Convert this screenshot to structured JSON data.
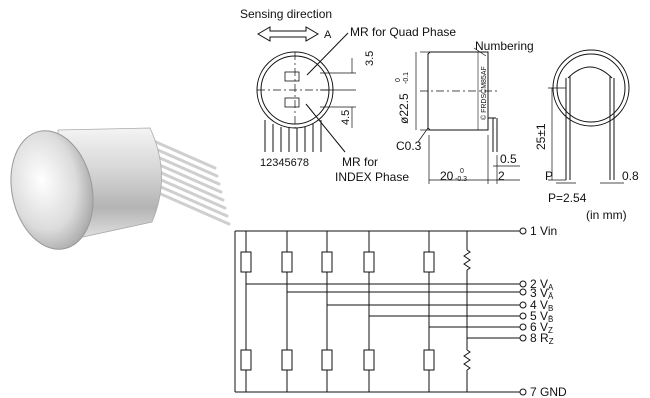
{
  "photo": {
    "description_icon": "cylindrical-sensor-photo"
  },
  "drawing": {
    "sensing_direction": "Sensing direction",
    "arrow_label": "A",
    "mr_quad": "MR for Quad Phase",
    "mr_index_line1": "MR for",
    "mr_index_line2": "INDEX Phase",
    "numbering": "Numbering",
    "pin_numbers": "12345678",
    "dim_3_5": "3.5",
    "dim_4_5": "4.5",
    "dim_dia": "ø22.5",
    "dim_dia_tol_top": "0",
    "dim_dia_tol_bot": "-0.1",
    "chamfer": "C0.3",
    "dim_20": "20",
    "dim_20_tol_top": "0",
    "dim_20_tol_bot": "-0.3",
    "dim_2": "2",
    "dim_0_5": "0.5",
    "dim_25": "25±1",
    "pitch_p": "P",
    "dim_0_8": "0.8",
    "pitch_value": "P=2.54",
    "unit_note": "(in mm)",
    "body_marking": "© FRDSCM85AF"
  },
  "circuit": {
    "terminals": [
      {
        "num": "1",
        "name": "Vin",
        "sub": ""
      },
      {
        "num": "2",
        "name": "V",
        "sub": "A"
      },
      {
        "num": "3",
        "name": "V",
        "sub": "Ā"
      },
      {
        "num": "4",
        "name": "V",
        "sub": "B"
      },
      {
        "num": "5",
        "name": "V",
        "sub": "B̄"
      },
      {
        "num": "6",
        "name": "V",
        "sub": "Z"
      },
      {
        "num": "8",
        "name": "R",
        "sub": "Z"
      },
      {
        "num": "7",
        "name": "GND",
        "sub": ""
      }
    ]
  }
}
